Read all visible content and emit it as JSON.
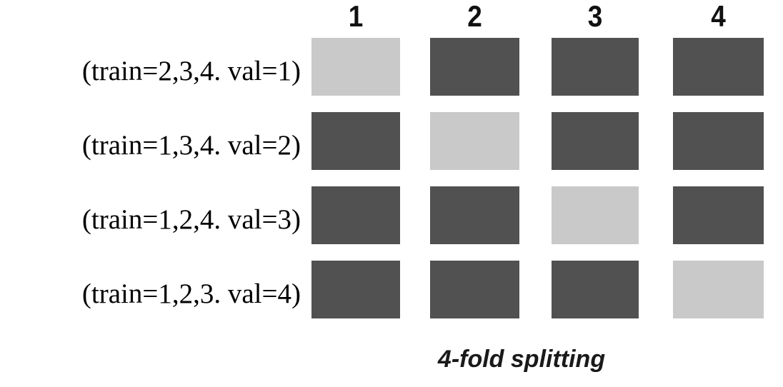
{
  "figure": {
    "caption": "4-fold splitting",
    "columns": [
      "1",
      "2",
      "3",
      "4"
    ],
    "rows": [
      {
        "label": "(train=2,3,4. val=1)",
        "val_fold": "1",
        "cells": [
          "val",
          "train",
          "train",
          "train"
        ]
      },
      {
        "label": "(train=1,3,4. val=2)",
        "val_fold": "2",
        "cells": [
          "train",
          "val",
          "train",
          "train"
        ]
      },
      {
        "label": "(train=1,2,4. val=3)",
        "val_fold": "3",
        "cells": [
          "train",
          "train",
          "val",
          "train"
        ]
      },
      {
        "label": "(train=1,2,3. val=4)",
        "val_fold": "4",
        "cells": [
          "train",
          "train",
          "train",
          "val"
        ]
      }
    ],
    "colors": {
      "train": "#515151",
      "val": "#c9c9c9",
      "text": "#000000"
    }
  }
}
